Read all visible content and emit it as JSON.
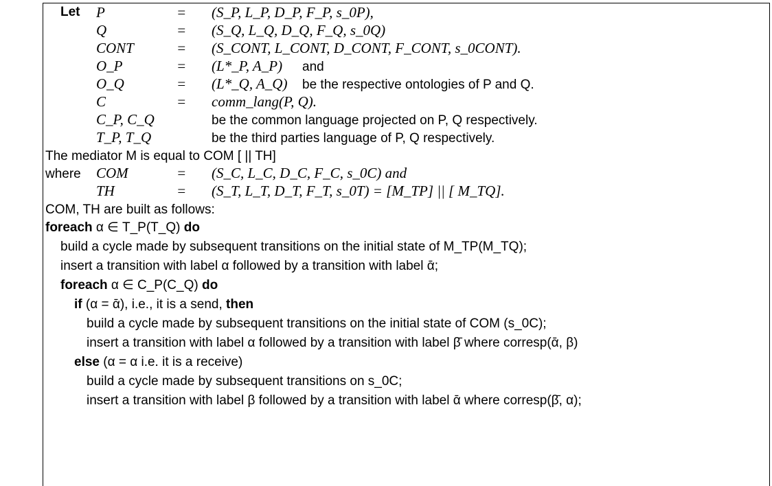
{
  "let_keyword": "Let",
  "eq": "=",
  "definitions": [
    {
      "lhs": "P",
      "rhs": "(S_P, L_P, D_P, F_P, s_0P),",
      "suffix": ""
    },
    {
      "lhs": "Q",
      "rhs": "(S_Q, L_Q, D_Q, F_Q, s_0Q)",
      "suffix": ""
    },
    {
      "lhs": "CONT",
      "rhs": "(S_CONT, L_CONT, D_CONT, F_CONT, s_0CONT).",
      "suffix": ""
    },
    {
      "lhs": "O_P",
      "rhs": "(L*_P, A_P)",
      "suffix": "and"
    },
    {
      "lhs": "O_Q",
      "rhs": "(L*_Q, A_Q)",
      "suffix": "be the respective ontologies of P and Q."
    },
    {
      "lhs": "C",
      "rhs": "comm_lang(P, Q).",
      "suffix": ""
    }
  ],
  "projections": [
    {
      "lhs": "C_P, C_Q",
      "text": "be the common language projected on P, Q respectively."
    },
    {
      "lhs": "T_P, T_Q",
      "text": "be the third parties language of P, Q respectively."
    }
  ],
  "mediator_line": "The mediator M is equal to COM [ || TH]",
  "where_keyword": "where",
  "where_defs": [
    {
      "lhs": "COM",
      "rhs": "(S_C, L_C, D_C, F_C, s_0C) and"
    },
    {
      "lhs": "TH",
      "rhs": "(S_T, L_T, D_T, F_T, s_0T) = [M_TP] || [ M_TQ]."
    }
  ],
  "built_line": "COM, TH are built as follows:",
  "algorithm": [
    {
      "indent": 0,
      "kw": "foreach",
      "text": " α ∈ T_P(T_Q) ",
      "kw2": "do"
    },
    {
      "indent": 1,
      "kw": "",
      "text": "build a cycle made by subsequent transitions on the initial state of M_TP(M_TQ);",
      "kw2": ""
    },
    {
      "indent": 1,
      "kw": "",
      "text": "insert a transition with label α followed by a transition with label ᾱ;",
      "kw2": ""
    },
    {
      "indent": 1,
      "kw": "foreach",
      "text": " α ∈ C_P(C_Q) ",
      "kw2": "do"
    },
    {
      "indent": 2,
      "kw": "if",
      "text": " (α = ᾱ), i.e., it is a send, ",
      "kw2": "then"
    },
    {
      "indent": 3,
      "kw": "",
      "text": "build a cycle made by subsequent transitions on the initial state of COM (s_0C);",
      "kw2": ""
    },
    {
      "indent": 3,
      "kw": "",
      "text": "insert a transition with label α followed by a transition with label β̄ where corresp(ᾱ, β)",
      "kw2": ""
    },
    {
      "indent": 2,
      "kw": "else",
      "text": " (α = α i.e. it is a receive)",
      "kw2": ""
    },
    {
      "indent": 3,
      "kw": "",
      "text": "build a cycle made by subsequent transitions on s_0C;",
      "kw2": ""
    },
    {
      "indent": 3,
      "kw": "",
      "text": "insert a transition with label β followed by a transition with label ᾱ where corresp(β̄, α);",
      "kw2": ""
    }
  ]
}
